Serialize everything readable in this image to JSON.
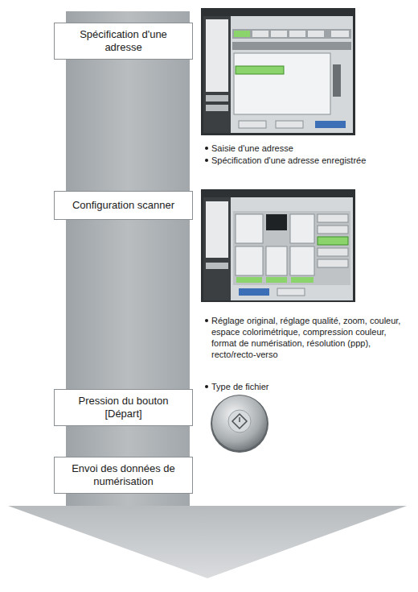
{
  "diagram": {
    "nodes": [
      {
        "text": [
          "Spécification d'une adresse"
        ]
      },
      {
        "text": [
          "Configuration scanner"
        ]
      },
      {
        "text": [
          "Pression du bouton [Départ]"
        ]
      },
      {
        "text": [
          "Envoi des données de numérisation"
        ]
      }
    ],
    "labels": [
      "Saisie d'une adresse",
      "Spécification d'une adresse enregistrée",
      "Réglage original, réglage qualité, zoom, couleur, espace colorimétrique, compression couleur, format de numérisation, résolution (ppp), recto/recto-verso",
      "Type de fichier"
    ]
  }
}
